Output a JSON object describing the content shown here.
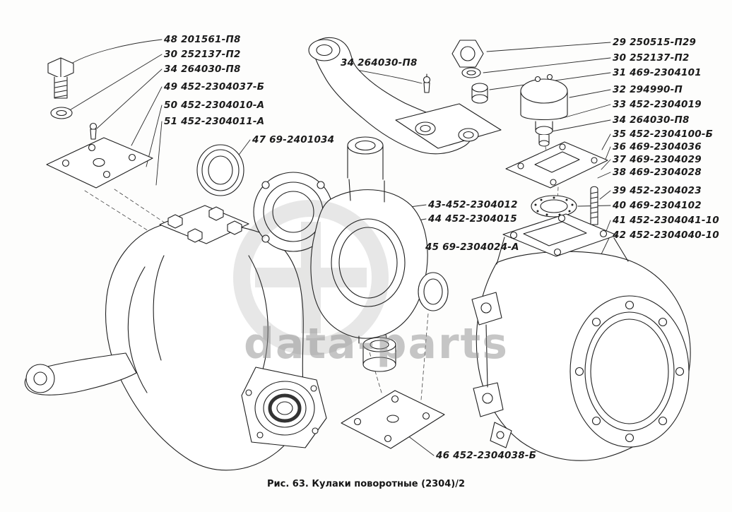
{
  "figure": {
    "caption": "Рис. 63. Кулаки поворотные (2304)/2",
    "watermark": "data-parts"
  },
  "labels": [
    {
      "text": "48 201561-П8"
    },
    {
      "text": "30 252137-П2"
    },
    {
      "text": "34 264030-П8"
    },
    {
      "text": "49 452-2304037-Б"
    },
    {
      "text": "50 452-2304010-А"
    },
    {
      "text": "51 452-2304011-А"
    },
    {
      "text": "47 69-2401034"
    },
    {
      "text": "34 264030-П8"
    },
    {
      "text": "43-452-2304012"
    },
    {
      "text": "44 452-2304015"
    },
    {
      "text": "45 69-2304024-А"
    },
    {
      "text": "46 452-2304038-Б"
    },
    {
      "text": "29 250515-П29"
    },
    {
      "text": "30 252137-П2"
    },
    {
      "text": "31 469-2304101"
    },
    {
      "text": "32 294990-П"
    },
    {
      "text": "33 452-2304019"
    },
    {
      "text": "34 264030-П8"
    },
    {
      "text": "35 452-2304100-Б"
    },
    {
      "text": "36 469-2304036"
    },
    {
      "text": "37 469-2304029"
    },
    {
      "text": "38 469-2304028"
    },
    {
      "text": "39 452-2304023"
    },
    {
      "text": "40 469-2304102"
    },
    {
      "text": "41 452-2304041-10"
    },
    {
      "text": "42 452-2304040-10"
    }
  ]
}
